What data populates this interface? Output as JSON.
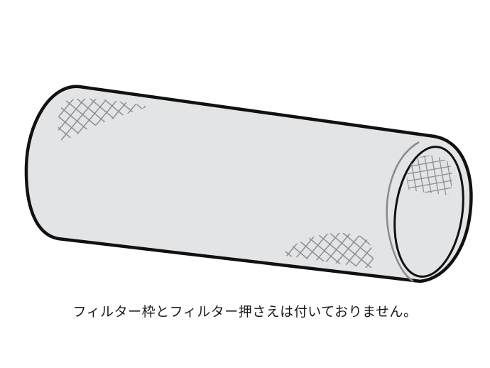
{
  "illustration": {
    "subject": "filter-tube",
    "description": "Cylindrical mesh filter tube, shown without frame and retainer",
    "colors": {
      "outline": "#111111",
      "body_fill": "#e3e4e6",
      "mesh": "#8e8f91",
      "inner_ring": "#8a8a8a",
      "background": "#ffffff"
    }
  },
  "caption": {
    "text": "フィルター枠とフィルター押さえは付いておりません。"
  }
}
